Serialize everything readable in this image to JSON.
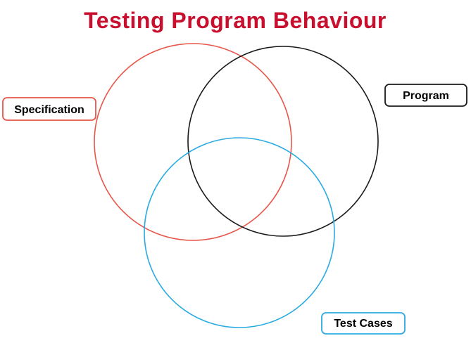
{
  "title": {
    "text": "Testing Program Behaviour",
    "color": "#c8102e"
  },
  "diagram": {
    "circles": {
      "specification": {
        "label": "Specification",
        "color": "#e8564a"
      },
      "program": {
        "label": "Program",
        "color": "#1a1a1a"
      },
      "test_cases": {
        "label": "Test Cases",
        "color": "#29abe2"
      }
    }
  }
}
